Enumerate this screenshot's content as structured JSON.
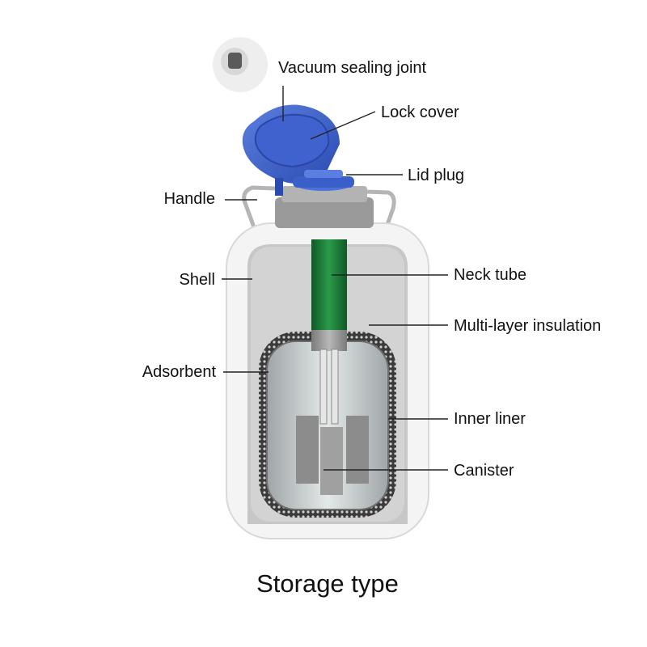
{
  "labels": {
    "vacuum_sealing_joint": "Vacuum sealing joint",
    "lock_cover": "Lock cover",
    "lid_plug": "Lid plug",
    "handle": "Handle",
    "shell": "Shell",
    "neck_tube": "Neck tube",
    "multi_layer_insulation": "Multi-layer insulation",
    "adsorbent": "Adsorbent",
    "inner_liner": "Inner liner",
    "canister": "Canister"
  },
  "caption": "Storage type",
  "colors": {
    "lid_blue": "#3a5fc8",
    "neck_green": "#1f7a3a",
    "shell_white": "#f4f4f4",
    "gray_top": "#9a9a9a"
  }
}
